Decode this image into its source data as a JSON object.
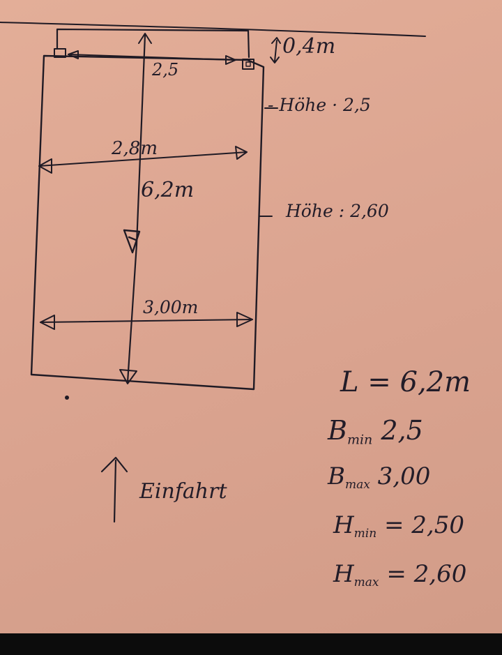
{
  "diagram": {
    "ink_color": "#1f1a24",
    "paper_color": "#dca591",
    "labels": {
      "clearance": "0,4m",
      "inner_width_top": "2,5",
      "height_upper": "- Höhe · 2,5",
      "width_middle": "2,8m",
      "length": "6,2m",
      "height_lower": "Höhe : 2,60",
      "width_bottom": "3,00m",
      "entrance": "Einfahrt"
    },
    "summary": {
      "L": {
        "symbol": "L",
        "sub": "",
        "sep": "=",
        "value": "6,2m"
      },
      "B_min": {
        "symbol": "B",
        "sub": "min",
        "sep": "",
        "value": "2,5"
      },
      "B_max": {
        "symbol": "B",
        "sub": "max",
        "sep": "",
        "value": "3,00"
      },
      "H_min": {
        "symbol": "H",
        "sub": "min",
        "sep": "=",
        "value": "2,50"
      },
      "H_max": {
        "symbol": "H",
        "sub": "max",
        "sep": "=",
        "value": "2,60"
      }
    }
  }
}
